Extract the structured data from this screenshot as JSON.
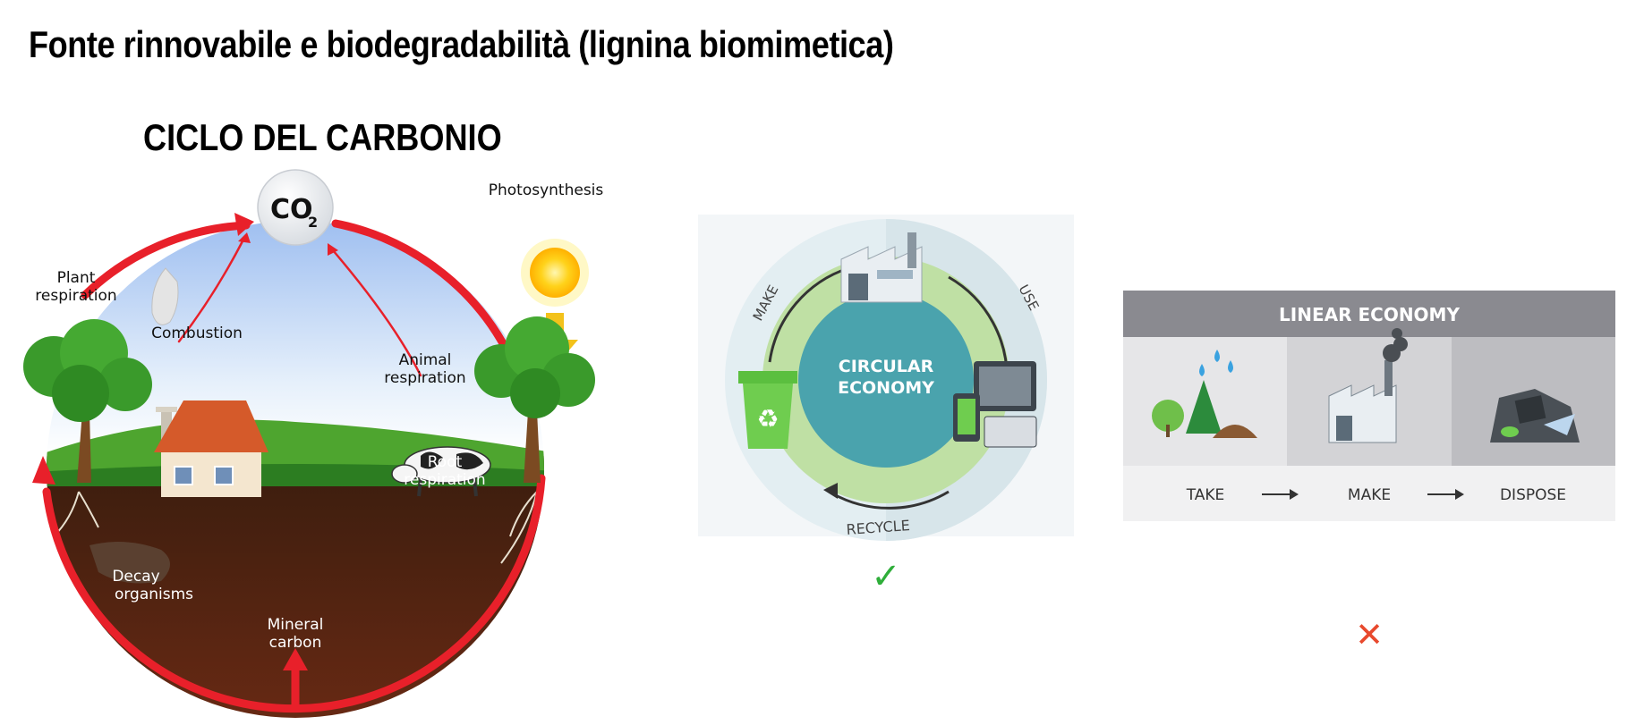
{
  "page": {
    "title": "Fonte rinnovabile e biodegradabilità (lignina biomimetica)"
  },
  "carbon_cycle": {
    "title": "CICLO DEL CARBONIO",
    "co2_main": "CO",
    "co2_sub": "2",
    "photosynthesis": "Photosynthesis",
    "plant_respiration": [
      "Plant",
      "respiration"
    ],
    "combustion": "Combustion",
    "animal_respiration": [
      "Animal",
      "respiration"
    ],
    "root_respiration": [
      "Root",
      "respiration"
    ],
    "decay_organisms": [
      "Decay",
      "organisms"
    ],
    "mineral_carbon": [
      "Mineral",
      "carbon"
    ]
  },
  "circular_economy": {
    "center": [
      "CIRCULAR",
      "ECONOMY"
    ],
    "make": "MAKE",
    "use": "USE",
    "recycle": "RECYCLE",
    "mark": "✓",
    "mark_color": "#2fae3a"
  },
  "linear_economy": {
    "header": "LINEAR ECONOMY",
    "steps": [
      "TAKE",
      "MAKE",
      "DISPOSE"
    ],
    "mark": "✕",
    "mark_color": "#e8492d"
  },
  "colors": {
    "cycle_arrow": "#e8202a",
    "sky_top": "#a9c6f2",
    "soil": "#2a150c",
    "grass": "#3f9e2b",
    "circular_teal": "#4aa3ad",
    "circular_green": "#b9dc9c",
    "linear_header": "#8a8a90"
  }
}
